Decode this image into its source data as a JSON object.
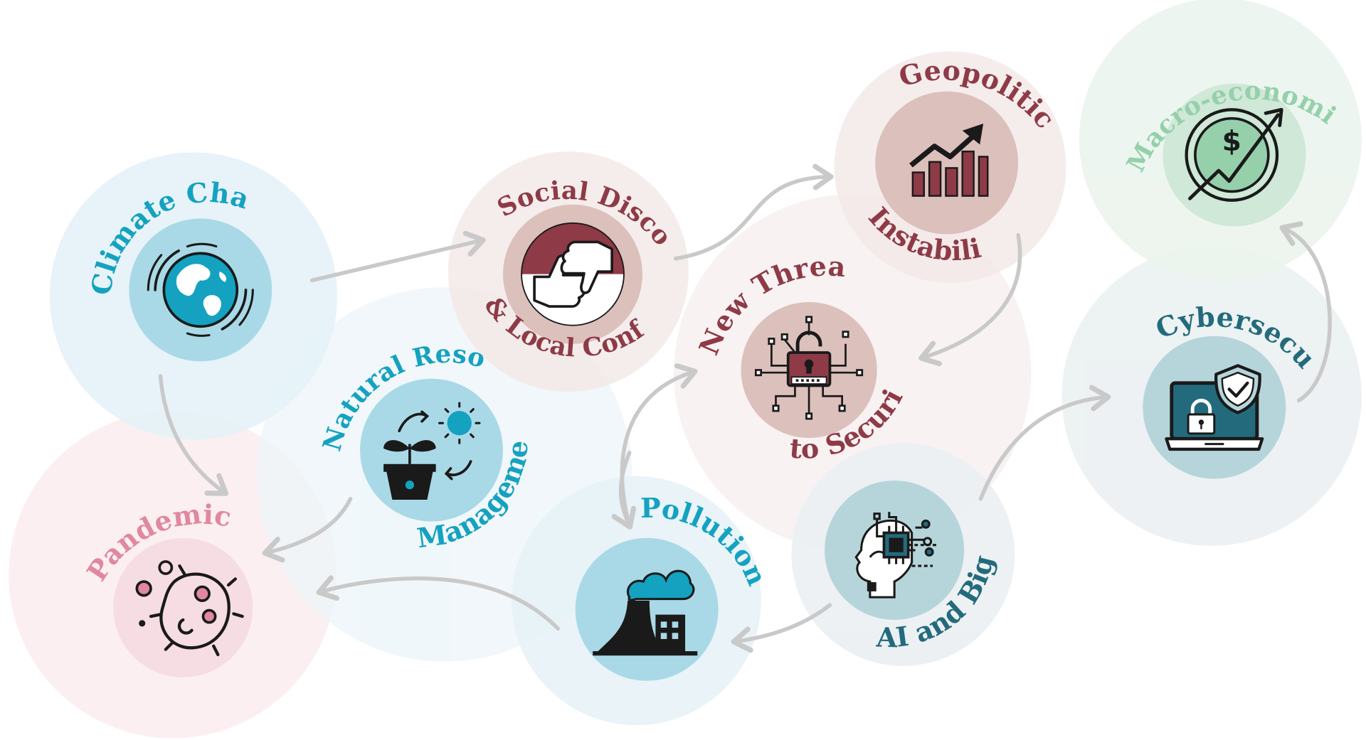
{
  "diagram": {
    "nodes": {
      "climate_change": {
        "label": "Climate Change",
        "icon": "globe-icon",
        "color": "#14a2c0",
        "halo": "#e3f1f7",
        "core": "#a9d9e7"
      },
      "pandemics": {
        "label": "Pandemics",
        "icon": "virus-icon",
        "color": "#e0889f",
        "halo": "#fbeef1",
        "core": "#f6dde3"
      },
      "natural_resources": {
        "label_top": "Natural Resources",
        "label_bottom": "Management",
        "icon": "plant-and-sun-icon",
        "color": "#14a2c0",
        "halo": "#ecf5f8",
        "core": "#a9d9e7"
      },
      "social_discontent": {
        "label_top": "Social Discontent",
        "label_bottom": "& Local Conflicts",
        "icon": "thumbs-up-down-icon",
        "color": "#8e3b47",
        "halo": "#f3e9e8",
        "core": "#dcc0bc"
      },
      "pollution": {
        "label": "Pollution",
        "icon": "factory-smoke-icon",
        "color": "#14a2c0",
        "halo": "#e5f1f6",
        "core": "#a9d9e7"
      },
      "new_threats": {
        "label_top": "New Threats",
        "label_bottom": "to Security",
        "icon": "network-lock-icon",
        "color": "#8e3b47",
        "halo": "#f6efee",
        "core": "#dcc0bc"
      },
      "geopolitical": {
        "label_top": "Geopolitical",
        "label_bottom": "Instability",
        "icon": "rising-bar-chart-icon",
        "color": "#8e3b47",
        "halo": "#f3e9e8",
        "core": "#dcc0bc"
      },
      "ai_big_data": {
        "label": "AI and Big Data",
        "icon": "ai-head-chip-icon",
        "color": "#236b7c",
        "halo": "#eaeef0",
        "core": "#b6d5db"
      },
      "cybersecurity": {
        "label": "Cybersecurity",
        "icon": "laptop-shield-lock-icon",
        "color": "#236b7c",
        "halo": "#eaeff1",
        "core": "#b6d5db"
      },
      "macro_economic": {
        "label": "Macro-economic Risks",
        "icon": "dollar-growth-icon",
        "color": "#95d0ab",
        "halo": "#e9f3ec",
        "core": "#cfe8d7"
      }
    },
    "arrow_color": "#c9c9c9"
  }
}
